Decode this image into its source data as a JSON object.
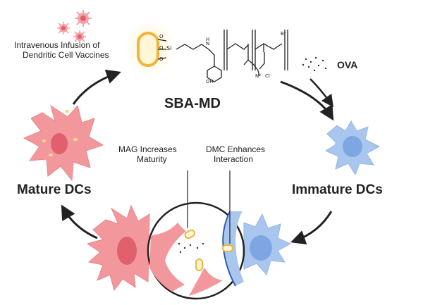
{
  "infusion": {
    "line1": "Intravenous Infusion of",
    "line2": "Dendritic Cell Vaccines"
  },
  "title": "SBA-MD",
  "ova": "OVA",
  "immature": "Immature DCs",
  "mature": "Mature DCs",
  "mag": {
    "line1": "MAG Increases",
    "line2": "Maturity"
  },
  "dmc": {
    "line1": "DMC Enhances",
    "line2": "Interaction"
  },
  "chem": {
    "si": "Si",
    "o": "O",
    "h": "H",
    "n": "N",
    "br": "Br",
    "cl": "Cl⁻",
    "oh": "OH",
    "n_plus": "N⁺"
  },
  "colors": {
    "mature_cell": "#f2989c",
    "mature_nucleus": "#e0606b",
    "immature_cell": "#a9c6ee",
    "immature_nucleus": "#7ea6e2",
    "particle": "#f5c15a",
    "arrow": "#222222"
  }
}
